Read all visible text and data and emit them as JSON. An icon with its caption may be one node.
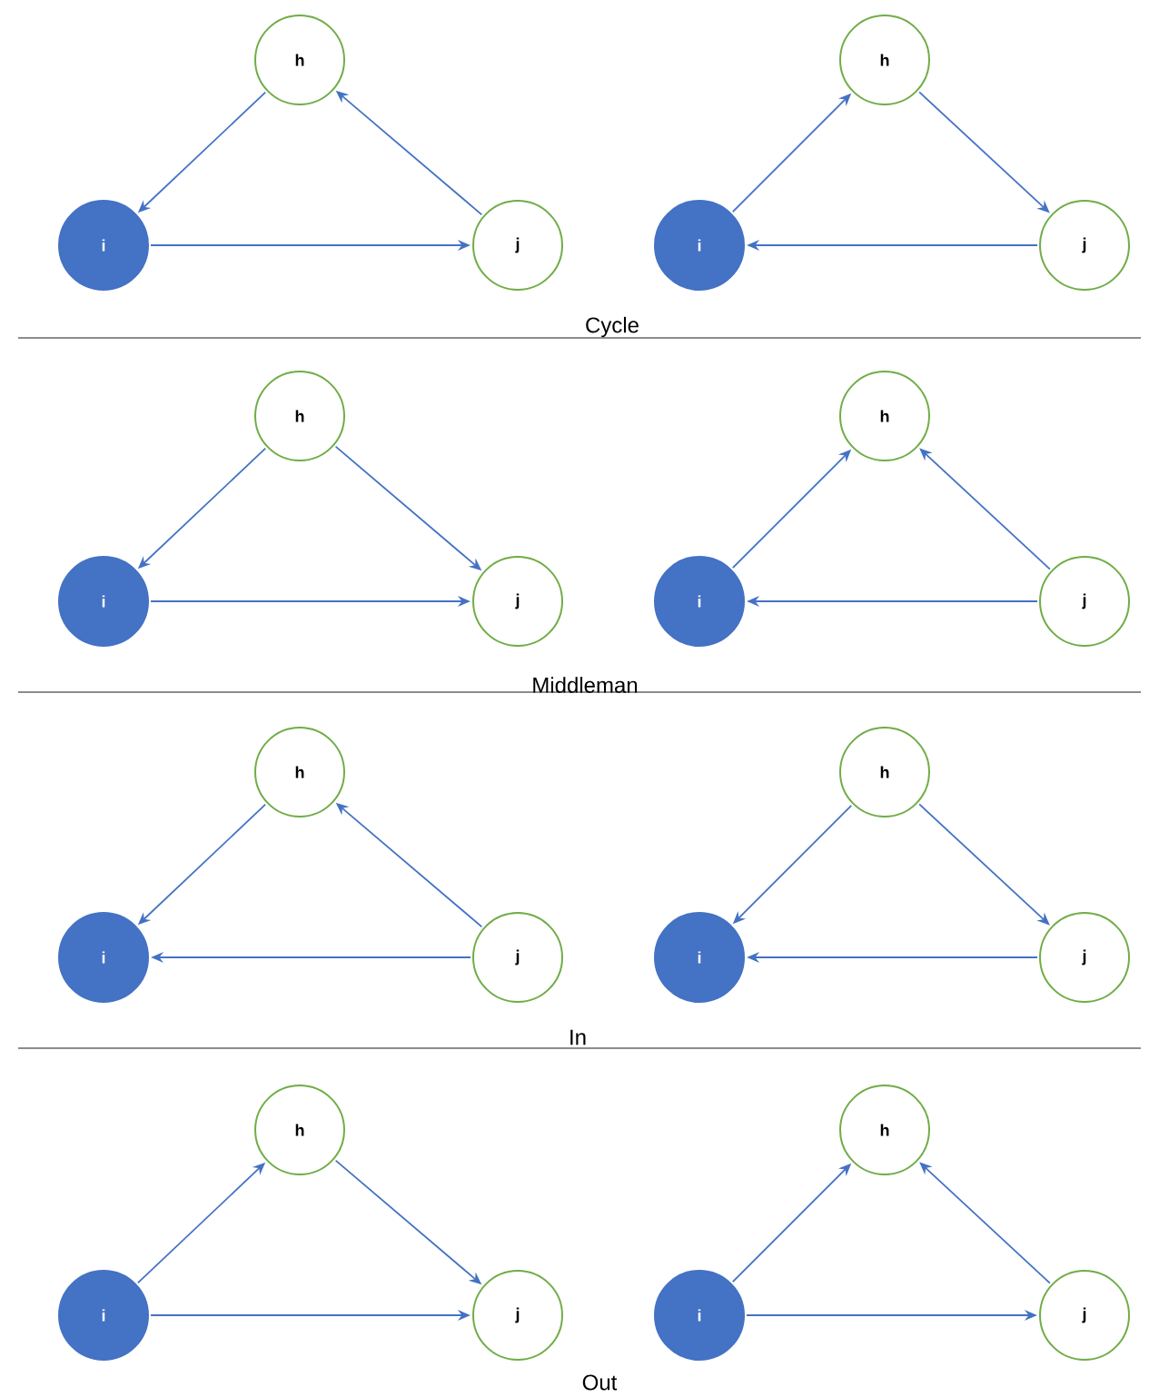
{
  "diagram": {
    "nodes": [
      {
        "text": [
          "h"
        ]
      },
      {
        "text": [
          "i"
        ]
      },
      {
        "text": [
          "j"
        ]
      },
      {
        "text": [
          "h"
        ]
      },
      {
        "text": [
          "i"
        ]
      },
      {
        "text": [
          "j"
        ]
      },
      {
        "text": [
          "h"
        ]
      },
      {
        "text": [
          "i"
        ]
      },
      {
        "text": [
          "j"
        ]
      },
      {
        "text": [
          "h"
        ]
      },
      {
        "text": [
          "i"
        ]
      },
      {
        "text": [
          "j"
        ]
      },
      {
        "text": [
          "h"
        ]
      },
      {
        "text": [
          "i"
        ]
      },
      {
        "text": [
          "j"
        ]
      },
      {
        "text": [
          "h"
        ]
      },
      {
        "text": [
          "i"
        ]
      },
      {
        "text": [
          "j"
        ]
      },
      {
        "text": [
          "h"
        ]
      },
      {
        "text": [
          "i"
        ]
      },
      {
        "text": [
          "j"
        ]
      },
      {
        "text": [
          "h"
        ]
      },
      {
        "text": [
          "i"
        ]
      },
      {
        "text": [
          "j"
        ]
      }
    ],
    "edges": [
      {
        "from": 0,
        "to": 1,
        "arrow": "to"
      },
      {
        "from": 1,
        "to": 2,
        "arrow": "to"
      },
      {
        "from": 2,
        "to": 0,
        "arrow": "to"
      },
      {
        "from": 4,
        "to": 3,
        "arrow": "to"
      },
      {
        "from": 3,
        "to": 5,
        "arrow": "to"
      },
      {
        "from": 5,
        "to": 4,
        "arrow": "to"
      },
      {
        "from": 6,
        "to": 7,
        "arrow": "to"
      },
      {
        "from": 6,
        "to": 8,
        "arrow": "to"
      },
      {
        "from": 7,
        "to": 8,
        "arrow": "to"
      },
      {
        "from": 10,
        "to": 9,
        "arrow": "to"
      },
      {
        "from": 11,
        "to": 9,
        "arrow": "to"
      },
      {
        "from": 11,
        "to": 10,
        "arrow": "to"
      },
      {
        "from": 12,
        "to": 13,
        "arrow": "to"
      },
      {
        "from": 14,
        "to": 12,
        "arrow": "to"
      },
      {
        "from": 14,
        "to": 13,
        "arrow": "to"
      },
      {
        "from": 15,
        "to": 16,
        "arrow": "to"
      },
      {
        "from": 15,
        "to": 17,
        "arrow": "to"
      },
      {
        "from": 17,
        "to": 16,
        "arrow": "to"
      },
      {
        "from": 19,
        "to": 18,
        "arrow": "to"
      },
      {
        "from": 18,
        "to": 20,
        "arrow": "to"
      },
      {
        "from": 19,
        "to": 20,
        "arrow": "to"
      },
      {
        "from": 22,
        "to": 21,
        "arrow": "to"
      },
      {
        "from": 23,
        "to": 21,
        "arrow": "to"
      },
      {
        "from": 22,
        "to": 23,
        "arrow": "to"
      }
    ],
    "labels": [
      "Cycle",
      "Middleman",
      "In",
      "Out"
    ]
  }
}
